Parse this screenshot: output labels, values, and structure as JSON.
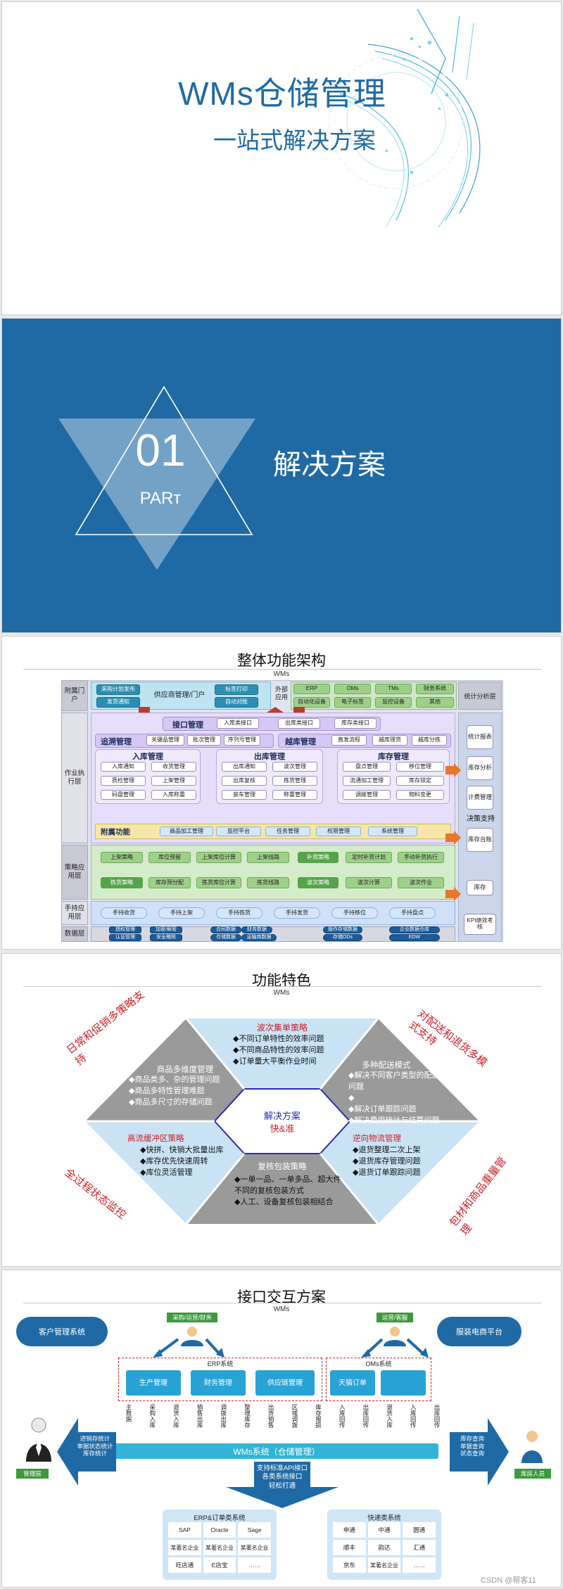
{
  "cover": {
    "title": "WMs仓储管理",
    "subtitle": "一站式解决方案"
  },
  "section": {
    "number": "01",
    "part": "PARт",
    "title": "解决方案"
  },
  "architecture": {
    "title": "整体功能架构",
    "sub": "WMs",
    "layers": {
      "attached_portal": "附属门户",
      "operation": "作业执行层",
      "strategy": "策略应用层",
      "handheld": "手持应用层",
      "data": "数据层"
    },
    "portal_left": [
      "采购计划发布",
      "发货通知"
    ],
    "portal_name": "供应商管理/门户",
    "portal_right": [
      "标签打印",
      "自动对账"
    ],
    "external_label": "外部应用",
    "external_top": [
      "ERP",
      "OMs",
      "TMs",
      "财务系统"
    ],
    "external_bottom": [
      "自动化设备",
      "电子标签",
      "监控设备",
      "其他"
    ],
    "stats_header": "统计分析层",
    "interface": {
      "label": "接口管理",
      "items": [
        "入库类接口",
        "出库类接口",
        "库存类接口"
      ]
    },
    "trace": {
      "label": "追溯管理",
      "items": [
        "关键品管理",
        "批次管理",
        "序列号管理"
      ]
    },
    "cross": {
      "label": "越库管理",
      "items": [
        "直发流程",
        "越库理货",
        "越库分拣"
      ]
    },
    "inbound": {
      "label": "入库管理",
      "items": [
        "入库通知",
        "收货管理",
        "质检管理",
        "上架管理",
        "码盘管理",
        "入库称重"
      ]
    },
    "outbound": {
      "label": "出库管理",
      "items": [
        "出库通知",
        "波次管理",
        "出库复核",
        "拣货管理",
        "装车管理",
        "称重管理"
      ]
    },
    "inventory": {
      "label": "库存管理",
      "items": [
        "盘点管理",
        "移位管理",
        "流通加工管理",
        "库存锁定",
        "调拨管理",
        "物料变更"
      ]
    },
    "attached": {
      "label": "附属功能",
      "items": [
        "商品加工管理",
        "监控平台",
        "任务管理",
        "权限管理",
        "系统管理"
      ]
    },
    "strategy_row1": [
      "上架策略",
      "库位预留",
      "上架库位计算",
      "上架线路",
      "补货策略",
      "定时补货计划",
      "手动补货执行"
    ],
    "strategy_row2": [
      "拣货策略",
      "库存预分配",
      "拣货库位计算",
      "拣货线路",
      "波次策略",
      "波次计算",
      "波次作业"
    ],
    "handheld": [
      "手持收货",
      "手持上架",
      "手持拣货",
      "手持发货",
      "手持移位",
      "手持盘点"
    ],
    "data_items": [
      "授权管理",
      "加密/解密",
      "认证管理",
      "安全稽核",
      "合同数据",
      "财务数据",
      "仓储数据",
      "运输商数据",
      "操作存储数据",
      "存储ODs",
      "企业数据仓库",
      "EDW"
    ],
    "right": [
      "统计报表",
      "库存分析",
      "计费管理",
      "决策支持",
      "库存台账",
      "库存",
      "KPI绩效考核"
    ]
  },
  "features": {
    "title": "功能特色",
    "sub": "WMs",
    "top": {
      "title": "波次集单策略",
      "items": [
        "不同订单特性的效率问题",
        "不同商品特性的效率问题",
        "订单量大平衡作业时间"
      ]
    },
    "left": {
      "title": "商品多维度管理",
      "items": [
        "商品类多、杂的管理问题",
        "商品多特性管理难题",
        "商品多尺寸的存储问题"
      ]
    },
    "right": {
      "title": "多种配送模式",
      "items": [
        "解决不同客户类型的配送效率问题",
        "解决订单跟踪问题",
        "解决费用统计与结算问题"
      ]
    },
    "lower_left": {
      "title": "高流缓冲区策略",
      "items": [
        "快拼、快销大批量出库",
        "库存优先快速周转",
        "库位灵活管理"
      ]
    },
    "lower_right": {
      "title": "逆向物流管理",
      "items": [
        "退货整理二次上架",
        "退货库存管理问题",
        "退货订单跟踪问题"
      ]
    },
    "bottom": {
      "title": "复核包装策略",
      "items": [
        "一单一品、一单多品、超大件不同的复核包装方式",
        "人工、设备复核包装相结合"
      ]
    },
    "center": {
      "title": "解决方案",
      "sub": "快&准"
    },
    "slants": [
      "日常和促销多策略支持",
      "对配送和退货多模式支持",
      "全过程状态监控",
      "包材和商品重量管理"
    ]
  },
  "interfaces": {
    "title": "接口交互方案",
    "sub": "WMs",
    "roles_left": "采购/运营/财务",
    "roles_right": "运营/客服",
    "cloud_left": "客户管理系统",
    "cloud_right": "服装电商平台",
    "erp": {
      "label": "ERP系统",
      "items": [
        "生产管理",
        "财务管理",
        "供应链管理"
      ]
    },
    "oms": {
      "label": "OMs系统",
      "items": [
        "天猫订单",
        ""
      ]
    },
    "flows": [
      "主数据",
      "采购入库",
      "退货入库",
      "销售出库",
      "调拨出库",
      "整理库存",
      "出货销售",
      "区域调拨",
      "库存报损",
      "入库回传",
      "出库回传",
      "退货入库",
      "入库回传",
      "出库回传"
    ],
    "wms": "WMs系统（仓储管理）",
    "left_arrow": [
      "进销存统计",
      "单据状态统计",
      "库存统计"
    ],
    "right_arrow": [
      "库存查询",
      "单据查询",
      "状态查询"
    ],
    "admin": "管理层",
    "warehouse_staff": "库房人员",
    "down_arrow": [
      "支持标准API接口",
      "各类系统接口",
      "轻松打通"
    ],
    "erp_box": {
      "title": "ERP&订单类系统",
      "items": [
        "SAP",
        "Oracle",
        "Sage",
        "某著名企业",
        "某著名企业",
        "某著名企业",
        "旺店通",
        "E店宝",
        "……"
      ]
    },
    "express_box": {
      "title": "快递类系统",
      "items": [
        "申通",
        "中通",
        "圆通",
        "顺丰",
        "韵达",
        "汇通",
        "京东",
        "某著名企业",
        "……"
      ]
    }
  },
  "watermark": "CSDN @帮客11",
  "colors": {
    "blue": "#1f6aa5",
    "red": "#cc2027"
  }
}
